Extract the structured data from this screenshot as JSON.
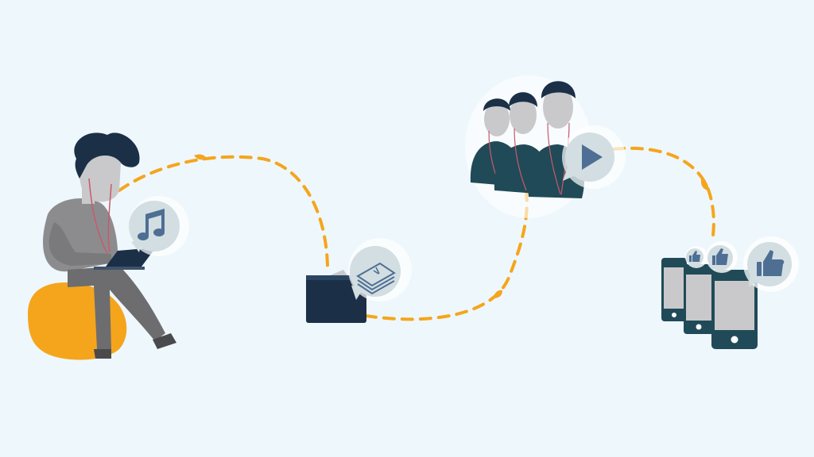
{
  "colors": {
    "background": "#eef7fc",
    "accent_orange": "#f5a51c",
    "navy": "#1b3047",
    "teal_dark": "#204a58",
    "grey_figure": "#9a9a9c",
    "grey_light": "#c9c9cb",
    "bubble": "#d3dee2",
    "icon_blue": "#4e6f93",
    "earphone_cord": "#c9596b"
  },
  "stages": [
    {
      "id": "listener",
      "icon": "music-note-icon"
    },
    {
      "id": "wallet",
      "icon": "cash-stack-icon"
    },
    {
      "id": "audience",
      "icon": "play-icon"
    },
    {
      "id": "phones",
      "icon": "thumbs-up-icon"
    }
  ]
}
